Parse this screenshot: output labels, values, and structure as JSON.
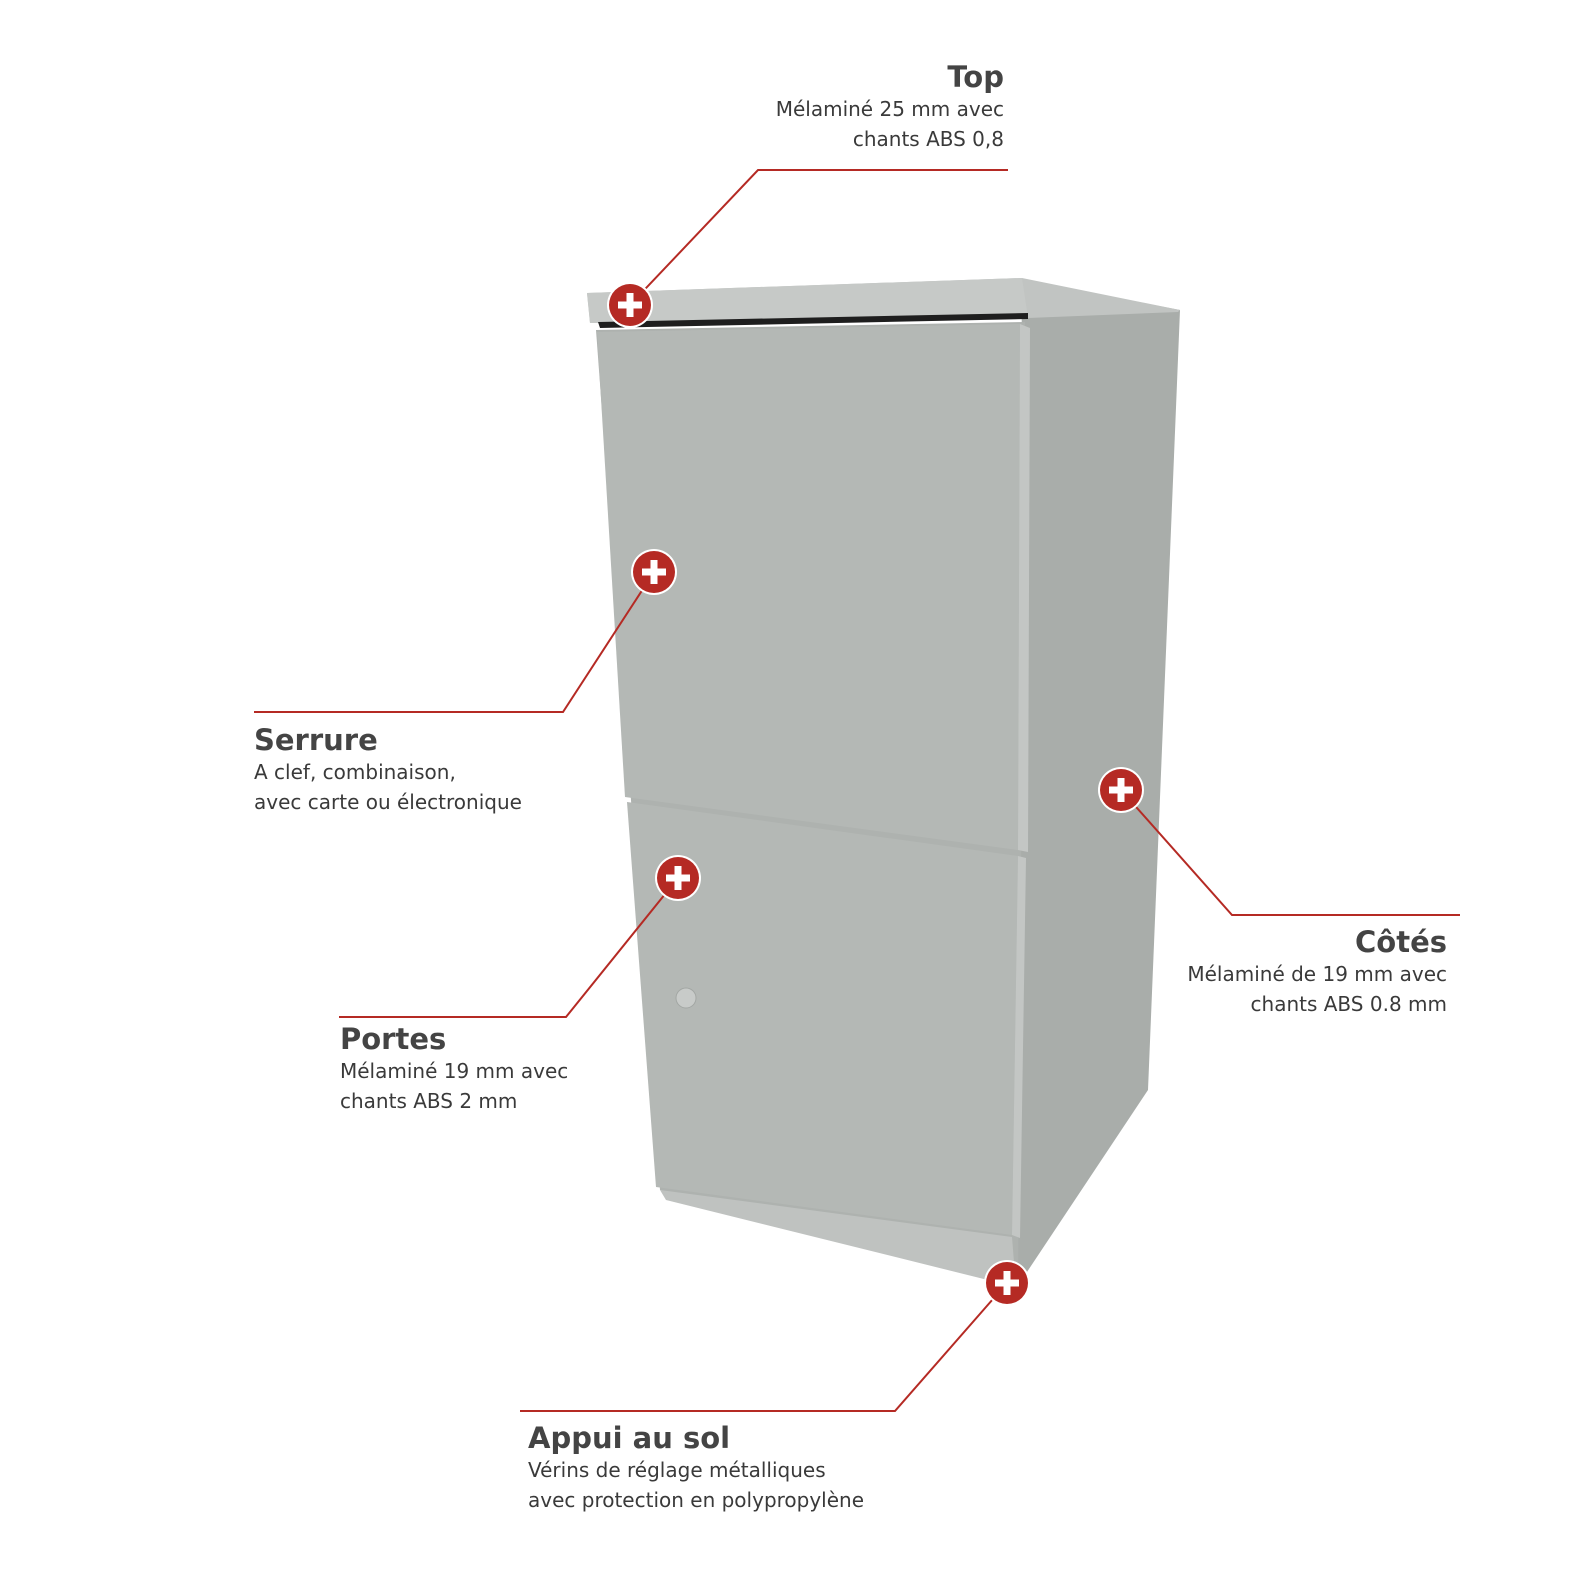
{
  "colors": {
    "accent": "#b52a24",
    "panel_front": "#b4b8b5",
    "panel_side": "#a9adaa",
    "panel_top": "#c1c4c2",
    "text": "#444444"
  },
  "callouts": {
    "top": {
      "title": "Top",
      "lines": [
        "Mélaminé 25 mm avec",
        "chants ABS 0,8"
      ]
    },
    "serrure": {
      "title": "Serrure",
      "lines": [
        "A clef, combinaison,",
        "avec carte ou électronique"
      ]
    },
    "portes": {
      "title": "Portes",
      "lines": [
        "Mélaminé 19 mm avec",
        "chants ABS 2 mm"
      ]
    },
    "cotes": {
      "title": "Côtés",
      "lines": [
        "Mélaminé de 19 mm avec",
        "chants ABS 0.8 mm"
      ]
    },
    "appui": {
      "title": "Appui au sol",
      "lines": [
        "Vérins de réglage métalliques",
        "avec protection en polypropylène"
      ]
    }
  },
  "markers": [
    {
      "target": "top",
      "icon": "plus-icon"
    },
    {
      "target": "serrure",
      "icon": "plus-icon"
    },
    {
      "target": "portes",
      "icon": "plus-icon"
    },
    {
      "target": "cotes",
      "icon": "plus-icon"
    },
    {
      "target": "appui",
      "icon": "plus-icon"
    }
  ]
}
